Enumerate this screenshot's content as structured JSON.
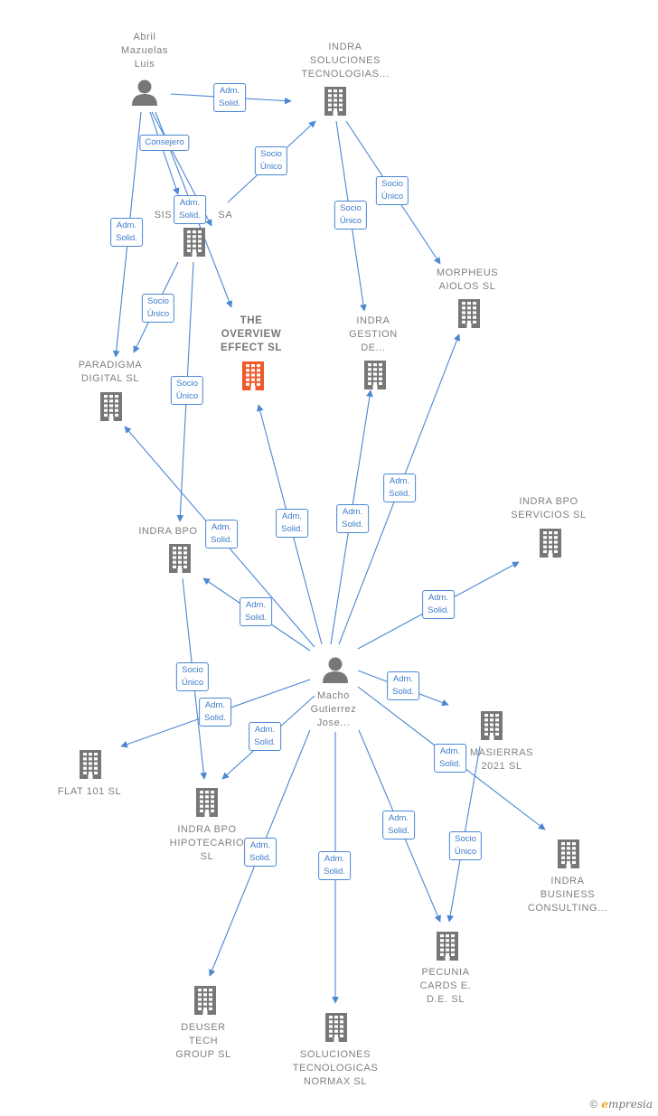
{
  "colors": {
    "edge": "#4a87d4",
    "node": "#777777",
    "focus": "#f0592a",
    "label": "#808080"
  },
  "nodes": [
    {
      "id": "abril",
      "kind": "person",
      "lines": [
        "Abril",
        "Mazuelas",
        "Luis"
      ]
    },
    {
      "id": "indra_sol",
      "kind": "company",
      "lines": [
        "INDRA",
        "SOLUCIONES",
        "TECNOLOGIAS..."
      ]
    },
    {
      "id": "sistemas",
      "kind": "company",
      "lines": [
        "SIS",
        "SA"
      ]
    },
    {
      "id": "overview",
      "kind": "company",
      "focus": true,
      "lines": [
        "THE",
        "OVERVIEW",
        "EFFECT  SL"
      ]
    },
    {
      "id": "indra_gestion",
      "kind": "company",
      "lines": [
        "INDRA",
        "GESTION",
        "DE..."
      ]
    },
    {
      "id": "morpheus",
      "kind": "company",
      "lines": [
        "MORPHEUS",
        "AIOLOS SL"
      ]
    },
    {
      "id": "paradigma",
      "kind": "company",
      "lines": [
        "PARADIGMA",
        "DIGITAL  SL"
      ]
    },
    {
      "id": "indra_bpo",
      "kind": "company",
      "lines": [
        "INDRA BPO"
      ]
    },
    {
      "id": "indra_bpo_serv",
      "kind": "company",
      "lines": [
        "INDRA BPO",
        "SERVICIOS  SL"
      ]
    },
    {
      "id": "macho",
      "kind": "person",
      "lines": [
        "Macho",
        "Gutierrez",
        "Jose..."
      ]
    },
    {
      "id": "masierras",
      "kind": "company",
      "lines": [
        "MASIERRAS",
        "2021  SL"
      ]
    },
    {
      "id": "flat101",
      "kind": "company",
      "lines": [
        "FLAT 101  SL"
      ]
    },
    {
      "id": "bpo_hipo",
      "kind": "company",
      "lines": [
        "INDRA BPO",
        "HIPOTECARIO",
        "SL"
      ]
    },
    {
      "id": "indra_bc",
      "kind": "company",
      "lines": [
        "INDRA",
        "BUSINESS",
        "CONSULTING..."
      ]
    },
    {
      "id": "pecunia",
      "kind": "company",
      "lines": [
        "PECUNIA",
        "CARDS E.",
        "D.E.  SL"
      ]
    },
    {
      "id": "deuser",
      "kind": "company",
      "lines": [
        "DEUSER",
        "TECH",
        "GROUP  SL"
      ]
    },
    {
      "id": "normax",
      "kind": "company",
      "lines": [
        "SOLUCIONES",
        "TECNOLOGICAS",
        "NORMAX  SL"
      ]
    }
  ],
  "edges": [
    {
      "from": "abril",
      "to": "indra_sol",
      "label": [
        "Adm.",
        "Solid."
      ]
    },
    {
      "from": "abril",
      "to": "sistemas",
      "label": [
        "Consejero"
      ]
    },
    {
      "from": "abril",
      "to": "sistemas",
      "label": [
        "Adm.",
        "Solid."
      ]
    },
    {
      "from": "abril",
      "to": "paradigma",
      "label": [
        "Adm.",
        "Solid."
      ]
    },
    {
      "from": "abril",
      "to": "overview",
      "label": []
    },
    {
      "from": "sistemas",
      "to": "indra_sol",
      "label": [
        "Socio",
        "Único"
      ]
    },
    {
      "from": "sistemas",
      "to": "paradigma",
      "label": [
        "Socio",
        "Único"
      ]
    },
    {
      "from": "sistemas",
      "to": "indra_bpo",
      "label": [
        "Socio",
        "Único"
      ]
    },
    {
      "from": "indra_sol",
      "to": "indra_gestion",
      "label": [
        "Socio",
        "Único"
      ]
    },
    {
      "from": "indra_sol",
      "to": "morpheus",
      "label": [
        "Socio",
        "Único"
      ]
    },
    {
      "from": "macho",
      "to": "overview",
      "label": [
        "Adm.",
        "Solid."
      ]
    },
    {
      "from": "macho",
      "to": "indra_gestion",
      "label": [
        "Adm.",
        "Solid."
      ]
    },
    {
      "from": "macho",
      "to": "morpheus",
      "label": [
        "Adm.",
        "Solid."
      ]
    },
    {
      "from": "macho",
      "to": "paradigma",
      "label": [
        "Adm.",
        "Solid."
      ]
    },
    {
      "from": "macho",
      "to": "indra_bpo",
      "label": [
        "Adm.",
        "Solid."
      ]
    },
    {
      "from": "macho",
      "to": "indra_bpo_serv",
      "label": [
        "Adm.",
        "Solid."
      ]
    },
    {
      "from": "macho",
      "to": "masierras",
      "label": [
        "Adm.",
        "Solid."
      ]
    },
    {
      "from": "macho",
      "to": "flat101",
      "label": [
        "Adm.",
        "Solid."
      ]
    },
    {
      "from": "macho",
      "to": "bpo_hipo",
      "label": [
        "Adm.",
        "Solid."
      ]
    },
    {
      "from": "macho",
      "to": "indra_bc",
      "label": [
        "Adm.",
        "Solid."
      ]
    },
    {
      "from": "macho",
      "to": "pecunia",
      "label": [
        "Adm.",
        "Solid."
      ]
    },
    {
      "from": "macho",
      "to": "deuser",
      "label": [
        "Adm.",
        "Solid."
      ]
    },
    {
      "from": "macho",
      "to": "normax",
      "label": [
        "Adm.",
        "Solid."
      ]
    },
    {
      "from": "indra_bpo",
      "to": "bpo_hipo",
      "label": [
        "Socio",
        "Único"
      ]
    },
    {
      "from": "masierras",
      "to": "pecunia",
      "label": [
        "Socio",
        "Único"
      ]
    }
  ],
  "footer": {
    "copyright": "©",
    "brand_initial": "e",
    "brand_rest": "mpresia"
  }
}
